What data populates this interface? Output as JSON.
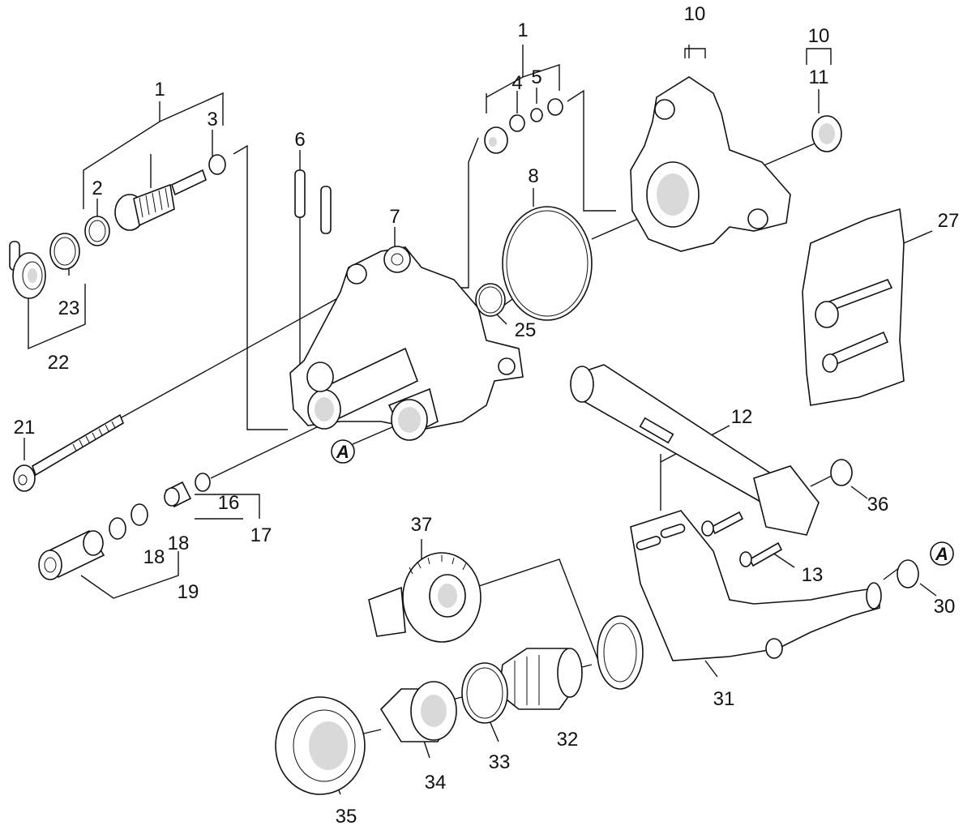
{
  "labels": {
    "l1a": "1",
    "l1b": "1",
    "l2": "2",
    "l3": "3",
    "l4": "4",
    "l5": "5",
    "l6": "6",
    "l7": "7",
    "l8": "8",
    "l10a": "10",
    "l10b": "10",
    "l11": "11",
    "l12": "12",
    "l13": "13",
    "l16": "16",
    "l17": "17",
    "l18a": "18",
    "l18b": "18",
    "l19": "19",
    "l21": "21",
    "l22": "22",
    "l23": "23",
    "l25": "25",
    "l27": "27",
    "l30": "30",
    "l31": "31",
    "l32": "32",
    "l33": "33",
    "l34": "34",
    "l35": "35",
    "l36": "36",
    "l37": "37"
  },
  "markers": {
    "a1": "A",
    "a2": "A"
  }
}
